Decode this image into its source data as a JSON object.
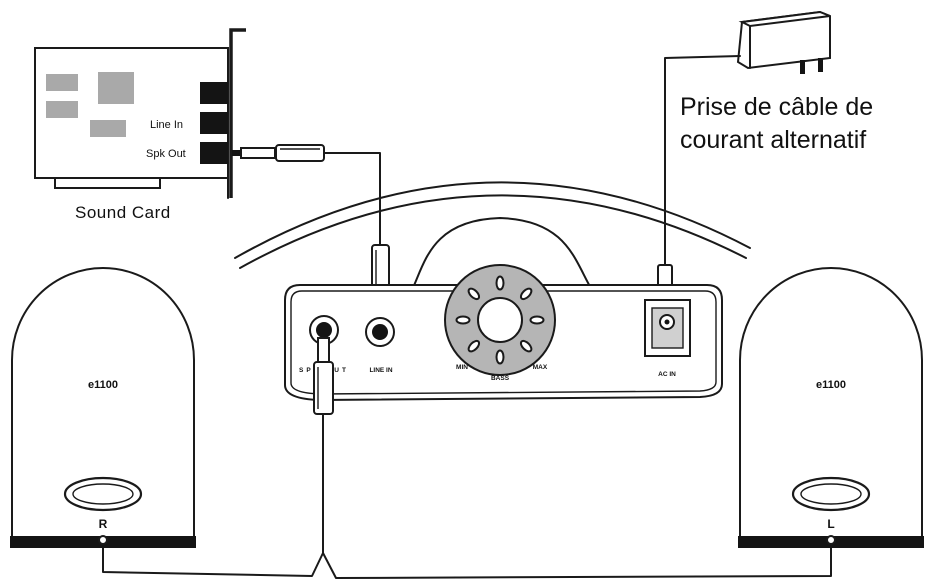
{
  "sound_card": {
    "label": "Sound Card",
    "line_in_label": "Line In",
    "spk_out_label": "Spk Out"
  },
  "power": {
    "label_line1": "Prise de câble de",
    "label_line2": "courant alternatif"
  },
  "base": {
    "spk_out_label": "SPK OUT",
    "line_in_label": "LINE IN",
    "min_label": "MIN",
    "bass_label": "BASS",
    "max_label": "MAX",
    "ac_in_label": "AC IN"
  },
  "left_speaker": {
    "model": "e1100",
    "channel": "R"
  },
  "right_speaker": {
    "model": "e1100",
    "channel": "L"
  },
  "colors": {
    "line": "#1a1a1a",
    "chip": "#a9a9a9",
    "knob": "#b5b5b5"
  }
}
